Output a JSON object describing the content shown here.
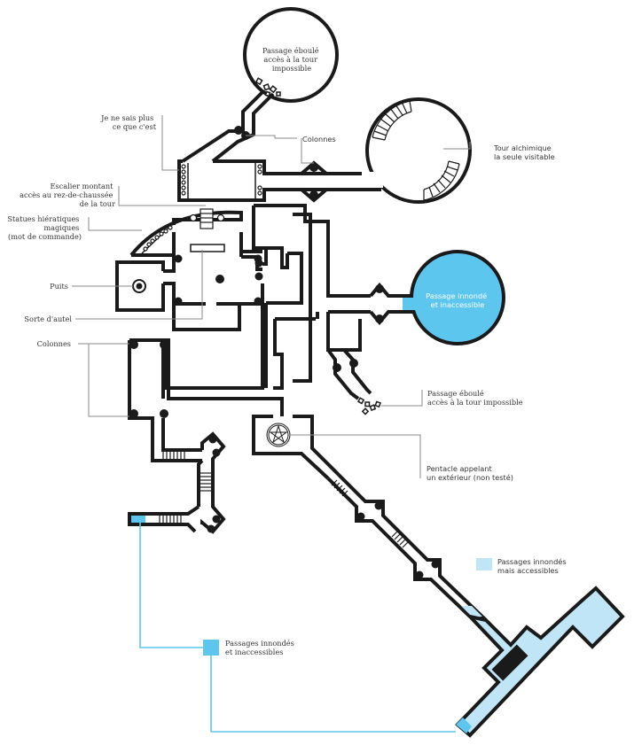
{
  "colors": {
    "wall": "#1a1a1a",
    "flooded_inaccessible": "#5cc6ee",
    "flooded_accessible": "#bfe5f7",
    "leader": "#8a8a8a",
    "background": "#ffffff"
  },
  "labels": {
    "top_tower": [
      "Passage éboulé",
      "accès à la tour",
      "impossible"
    ],
    "unknown": [
      "Je ne sais plus",
      "ce que c'est"
    ],
    "columns_top": [
      "Colonnes"
    ],
    "alchemic_tower": [
      "Tour alchimique",
      "la seule visitable"
    ],
    "stair_up": [
      "Escalier montant",
      "accès au rez-de-chaussée",
      "de la tour"
    ],
    "statues": [
      "Statues hiératiques",
      "magiques",
      "(mot de commande)"
    ],
    "well": [
      "Puits"
    ],
    "altar": [
      "Sorte d'autel"
    ],
    "columns_left": [
      "Colonnes"
    ],
    "flooded_tower": [
      "Passage innondé",
      "et inaccessible"
    ],
    "collapsed_right": [
      "Passage éboulé",
      "accès à la tour impossible"
    ],
    "pentacle": [
      "Pentacle appelant",
      "un extérieur (non testé)"
    ]
  },
  "legend": {
    "accessible": [
      "Passages innondés",
      "mais accessibles"
    ],
    "inaccessible": [
      "Passages innondés",
      "et inaccessibles"
    ]
  }
}
